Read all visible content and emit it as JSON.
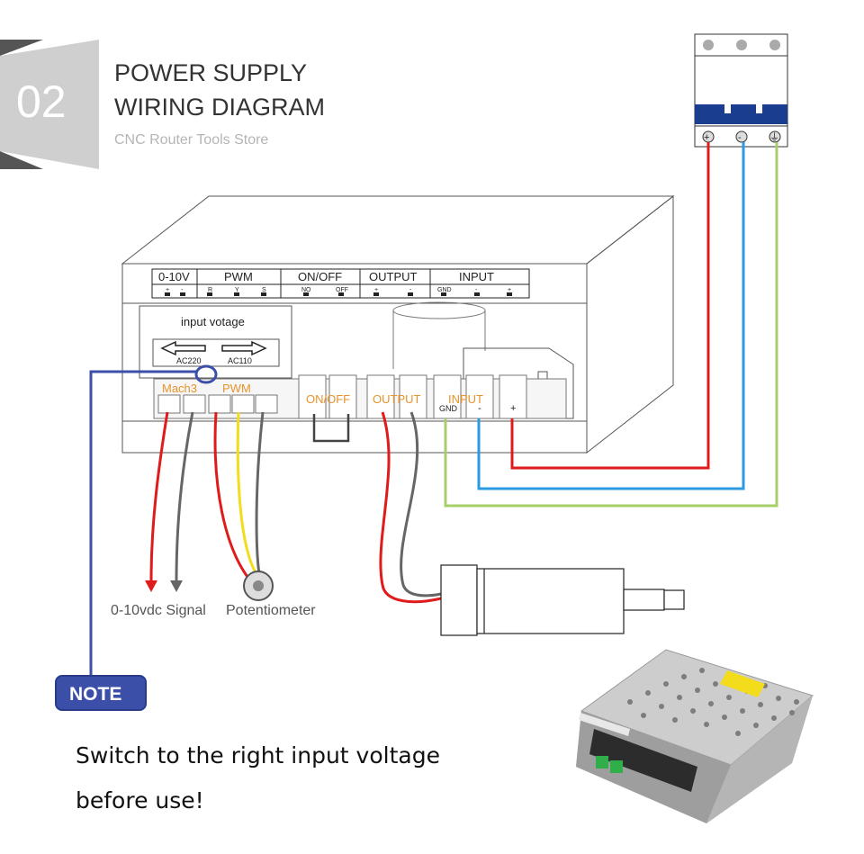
{
  "header": {
    "badge_number": "02",
    "title_line1": "POWER SUPPLY",
    "title_line2": "WIRING DIAGRAM",
    "store_name": "CNC Router Tools Store"
  },
  "panel": {
    "groups": [
      "0-10V",
      "PWM",
      "ON/OFF",
      "OUTPUT",
      "INPUT"
    ],
    "pin_labels": [
      "+",
      "-",
      "R",
      "Y",
      "S",
      "NO",
      "OFF",
      "+",
      "-",
      "GND",
      "-",
      "+"
    ],
    "input_voltage_label": "input votage",
    "voltage_options": [
      "AC220",
      "AC110"
    ],
    "terminal_labels": [
      "Mach3",
      "PWM",
      "ON/OFF",
      "OUTPUT",
      "INPUT"
    ],
    "input_pin_labels": [
      "GND",
      "-",
      "+"
    ]
  },
  "breaker": {
    "terminals": [
      "+",
      "-",
      "⏚"
    ]
  },
  "captions": {
    "signal": "0-10vdc Signal",
    "potentiometer": "Potentiometer"
  },
  "note": {
    "badge": "NOTE",
    "line1": "Switch to the right input voltage",
    "line2": "before use!"
  },
  "colors": {
    "red_wire": "#e01b1b",
    "blue_wire": "#2a9be0",
    "green_wire": "#a6cf68",
    "yellow_wire": "#f2dc1b",
    "gray_wire": "#666666",
    "note_blue": "#3c4fa8",
    "breaker_blue": "#1b3d8f",
    "terminal_orange": "#e8932b"
  }
}
